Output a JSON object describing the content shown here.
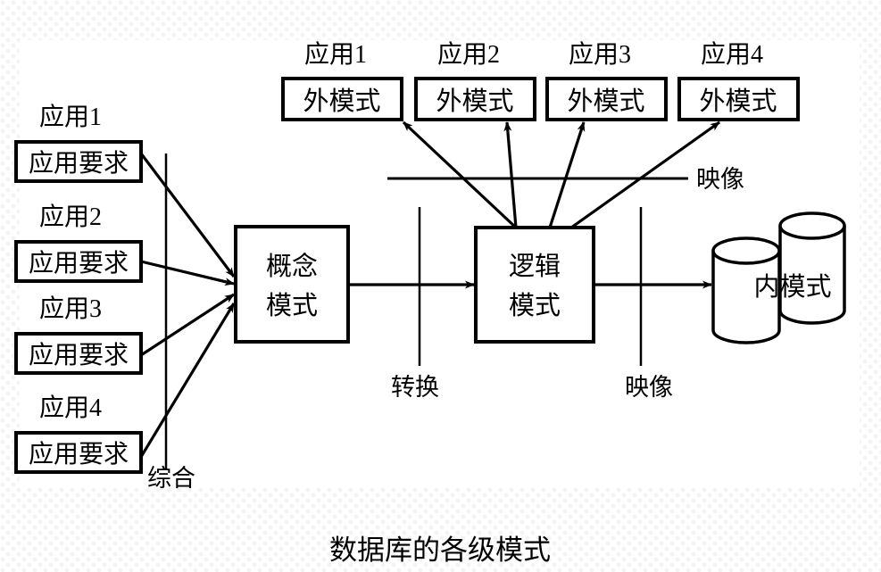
{
  "figure": {
    "caption": "数据库的各级模式",
    "background_color": "#ffffff",
    "line_color": "#000000"
  },
  "left_column": {
    "app_labels": [
      "应用1",
      "应用2",
      "应用3",
      "应用4"
    ],
    "requirement_boxes": [
      "应用要求",
      "应用要求",
      "应用要求",
      "应用要求"
    ],
    "divider_label": "综合"
  },
  "top_row": {
    "app_labels": [
      "应用1",
      "应用2",
      "应用3",
      "应用4"
    ],
    "schema_boxes": [
      "外模式",
      "外模式",
      "外模式",
      "外模式"
    ]
  },
  "center": {
    "conceptual_schema": "概念模式",
    "logical_schema": "逻辑模式",
    "internal_schema": "内模式"
  },
  "mapping_labels": {
    "top_mapping": "映像",
    "conversion": "转换",
    "bottom_mapping": "映像"
  }
}
